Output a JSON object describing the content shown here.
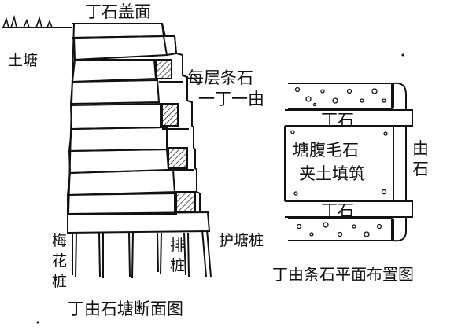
{
  "section_diagram": {
    "cap_label": "丁石盖面",
    "earth_label": "土塘",
    "layer_note_line1": "每层条石",
    "layer_note_line2": "一丁一由",
    "pile_left_label": [
      "梅",
      "花",
      "桩"
    ],
    "pile_row_label": [
      "排",
      "桩"
    ],
    "guard_pile_label": "护塘桩",
    "caption": "丁由石塘断面图"
  },
  "plan_diagram": {
    "header_label_top": "丁石",
    "header_label_bottom": "丁石",
    "core_line1": "塘腹毛石",
    "core_line2": "夹土填筑",
    "side_label": [
      "由",
      "石"
    ],
    "caption": "丁由条石平面布置图"
  },
  "colors": {
    "ink": "#111111",
    "paper": "#ffffff"
  }
}
